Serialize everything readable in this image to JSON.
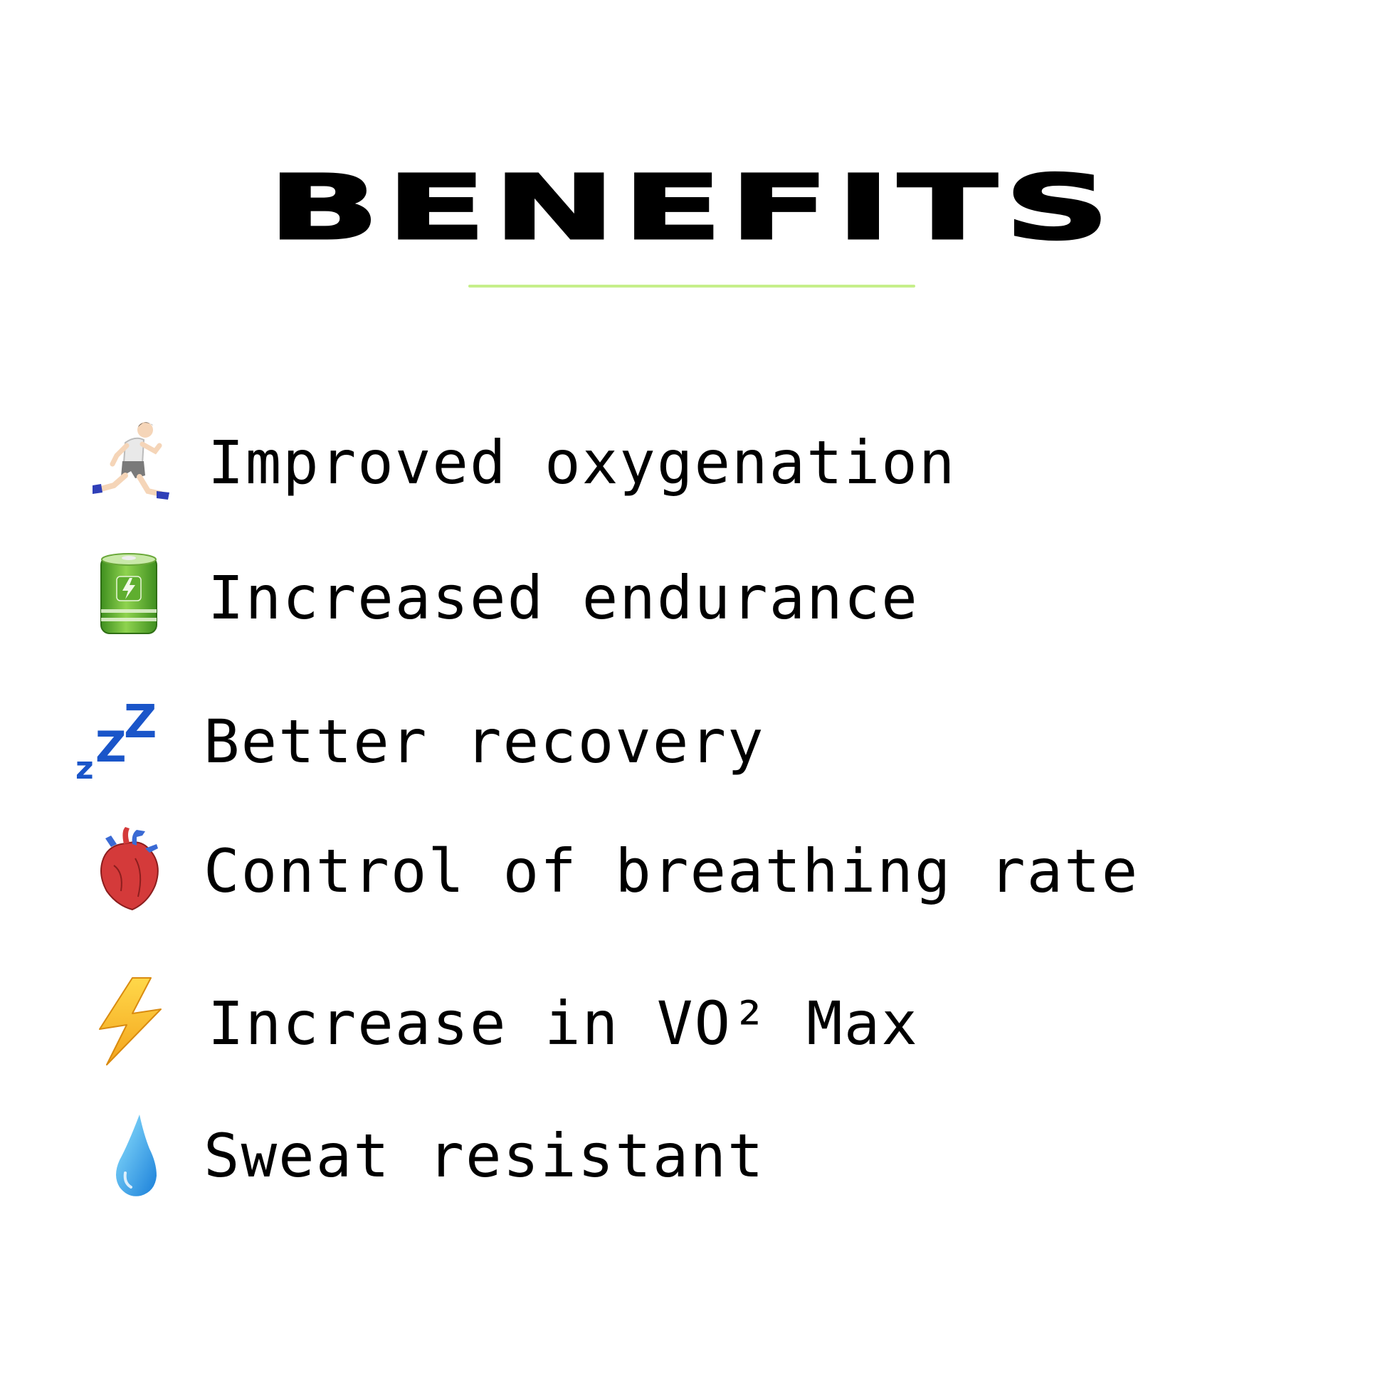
{
  "title": "BENEFITS",
  "accent_color": "#c6ef8a",
  "benefits": [
    {
      "icon": "runner-icon",
      "label": "Improved oxygenation"
    },
    {
      "icon": "battery-icon",
      "label": "Increased endurance"
    },
    {
      "icon": "zzz-icon",
      "label": "Better recovery"
    },
    {
      "icon": "anatomical-heart-icon",
      "label": "Control of breathing rate"
    },
    {
      "icon": "lightning-icon",
      "label": "Increase in VO² Max"
    },
    {
      "icon": "droplet-icon",
      "label": "Sweat resistant"
    }
  ]
}
